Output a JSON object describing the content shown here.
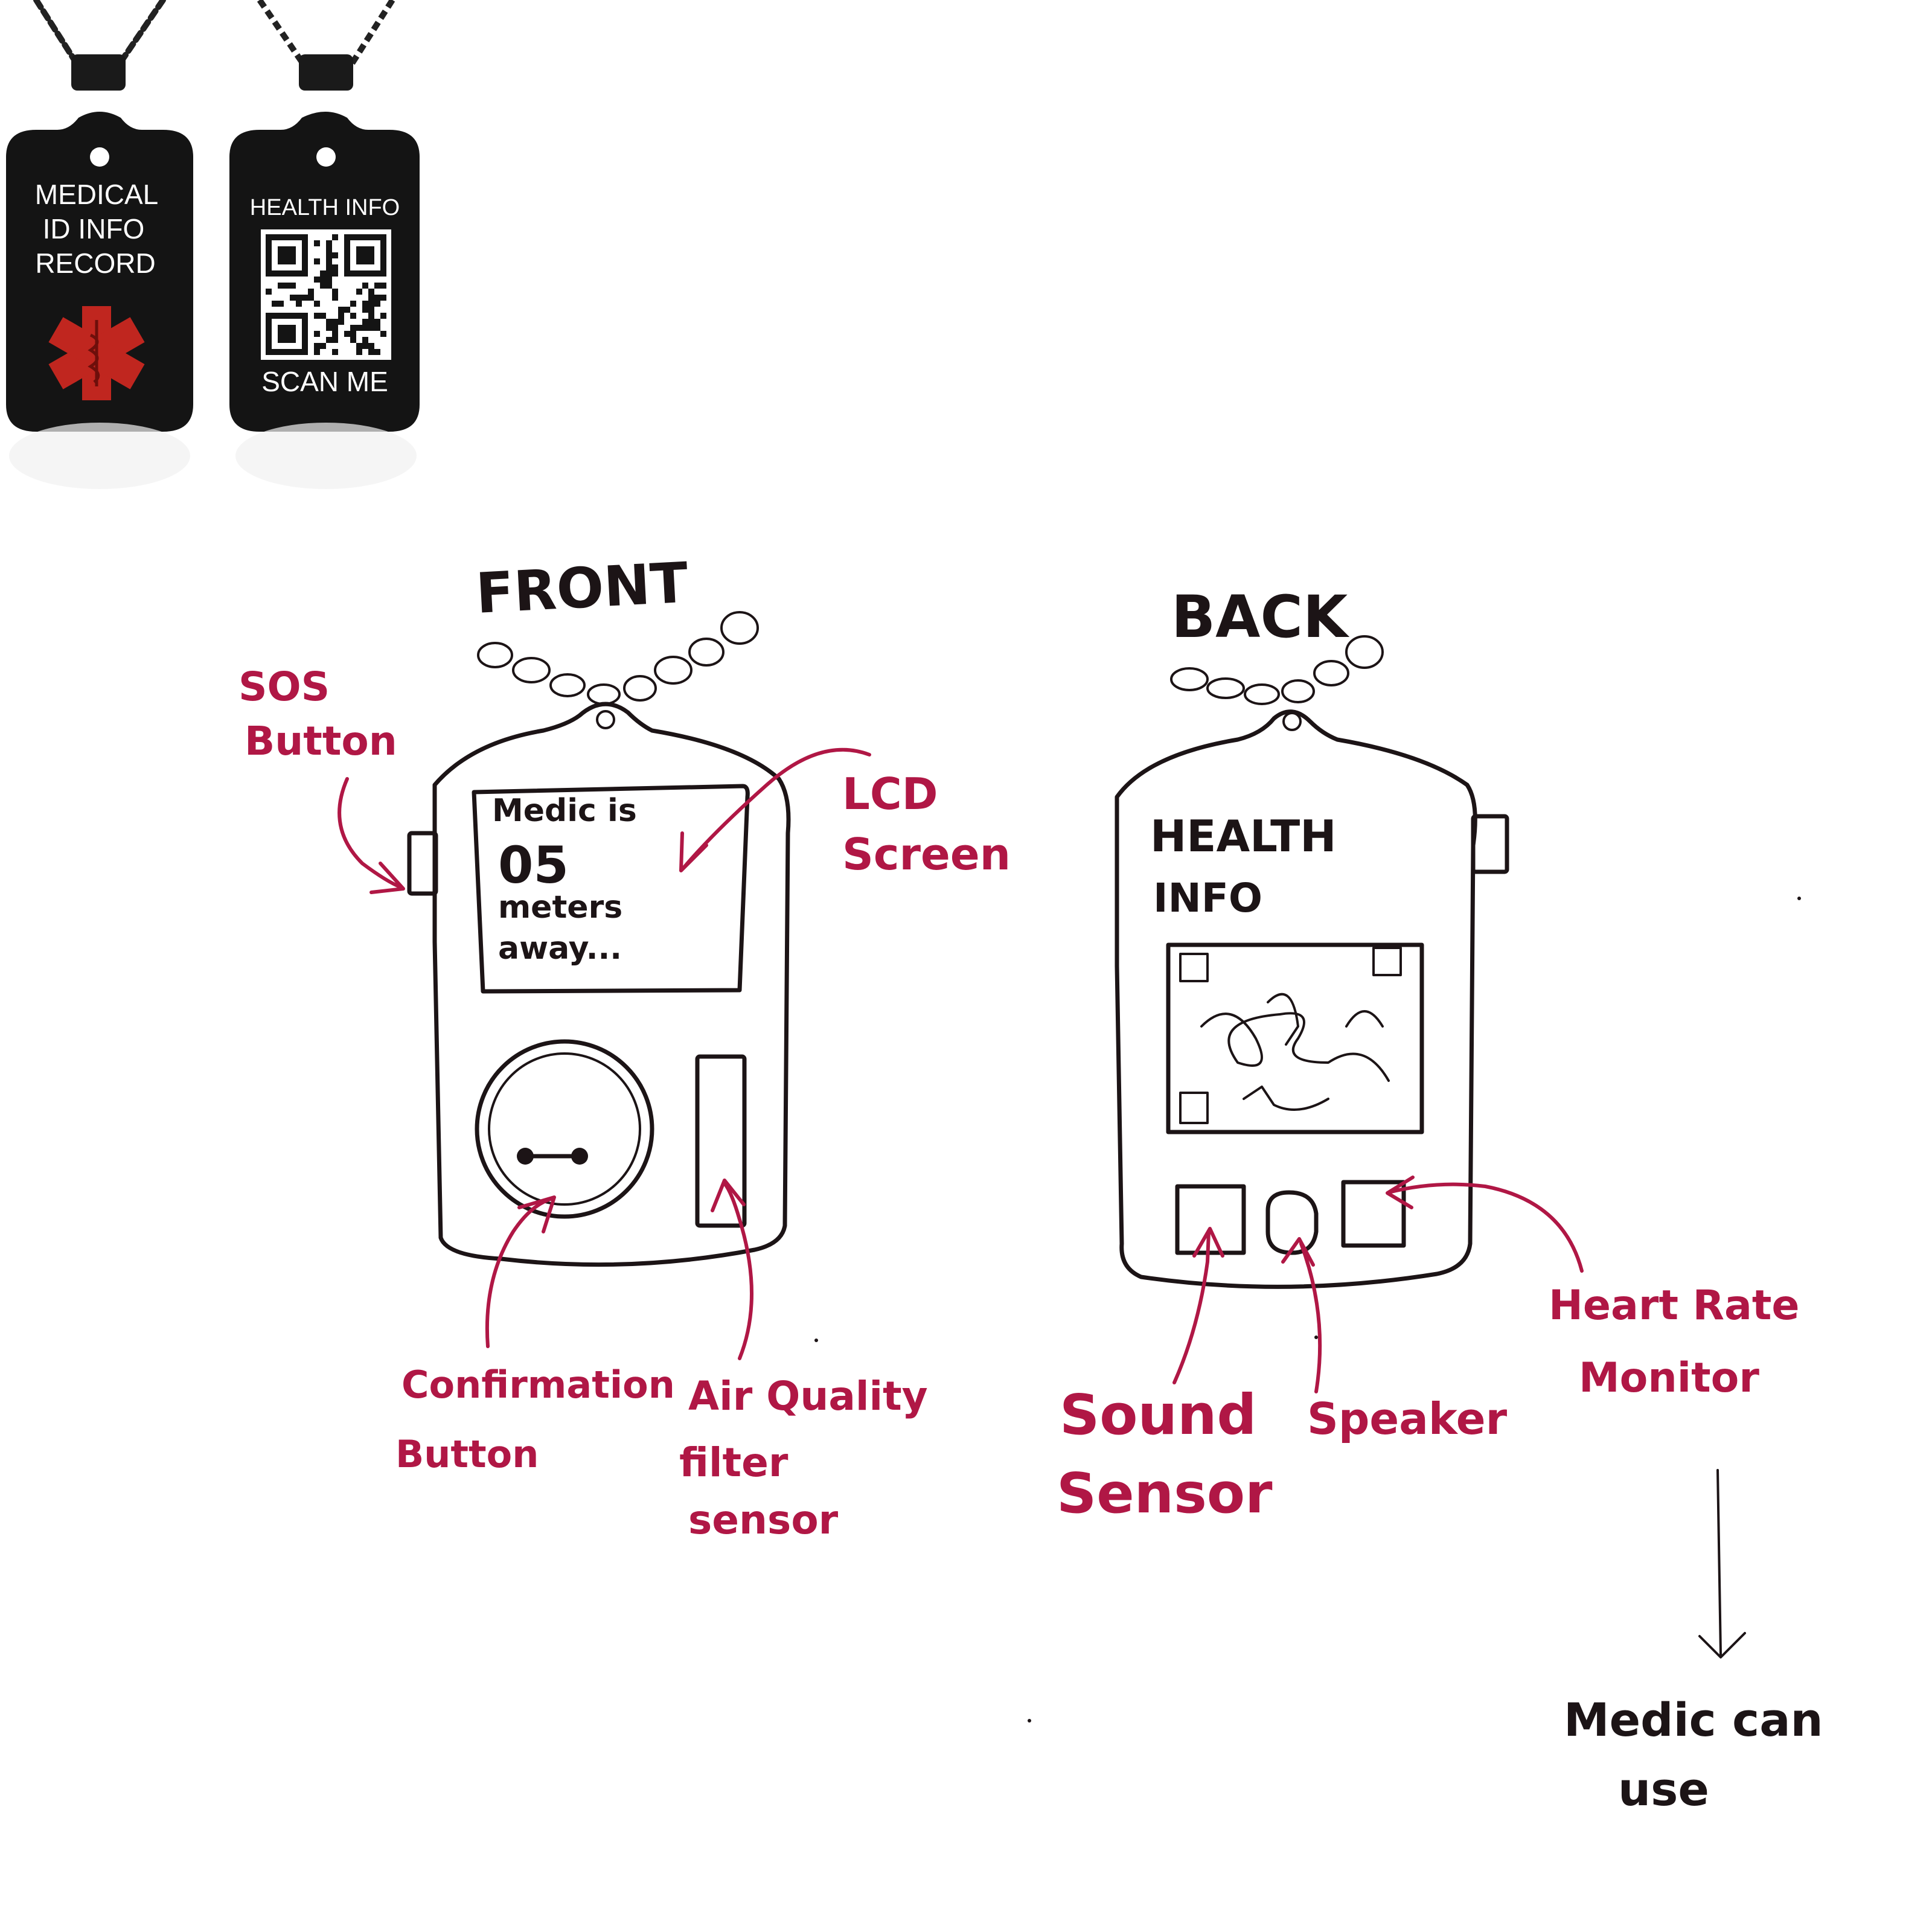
{
  "reference_tags": {
    "front_lines": [
      "MEDICAL",
      "ID INFO",
      "RECORD"
    ],
    "back_title": "HEALTH INFO",
    "back_footer": "SCAN ME"
  },
  "front": {
    "heading": "FRONT",
    "screen_lines": [
      "Medic is",
      "05",
      "meters",
      "away..."
    ],
    "labels": {
      "sos": [
        "SOS",
        "Button"
      ],
      "lcd": [
        "LCD",
        "Screen"
      ],
      "confirm": [
        "Confirmation",
        "Button"
      ],
      "air": [
        "Air Quality",
        "filter",
        "sensor"
      ]
    }
  },
  "back": {
    "heading": "BACK",
    "title_lines": [
      "HEALTH",
      "INFO"
    ],
    "labels": {
      "sound": [
        "Sound",
        "Sensor"
      ],
      "speaker": [
        "Speaker"
      ],
      "heart": [
        "Heart Rate",
        "Monitor"
      ]
    },
    "note_lines": [
      "Medic can",
      "use"
    ]
  },
  "colors": {
    "ink": "#1c1416",
    "annotation": "#b01745",
    "tag_body": "#141414",
    "star": "#c0261f"
  }
}
